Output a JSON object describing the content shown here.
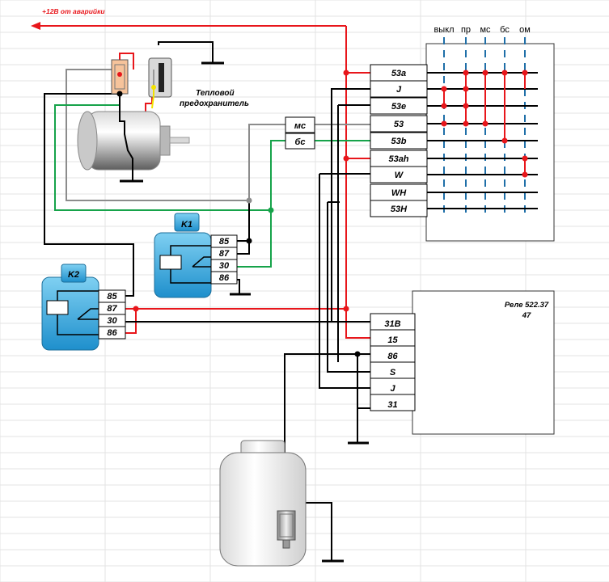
{
  "power_label": "+12В от аварийки",
  "thermal_fuse_label": [
    "Тепловой",
    "предохранитель"
  ],
  "switch_columns": [
    "выкл",
    "пр",
    "мс",
    "бс",
    "ом"
  ],
  "switch_pins": [
    "53a",
    "J",
    "53e",
    "53",
    "53b",
    "53ah",
    "W",
    "WH",
    "53H"
  ],
  "aux_boxes": [
    "мс",
    "бс"
  ],
  "relay_k1": {
    "title": "K1",
    "pins": [
      "85",
      "87",
      "30",
      "86"
    ]
  },
  "relay_k2": {
    "title": "K2",
    "pins": [
      "85",
      "87",
      "30",
      "86"
    ]
  },
  "relay_box": {
    "title": [
      "Реле  522.37",
      "47"
    ],
    "pins": [
      "31B",
      "15",
      "86",
      "S",
      "J",
      "31"
    ]
  },
  "colors": {
    "red": "#e8161b",
    "green": "#16a34a",
    "gray": "#8c8c8c",
    "blue": "#1f6fa8",
    "relay": "#2a9bd6"
  }
}
